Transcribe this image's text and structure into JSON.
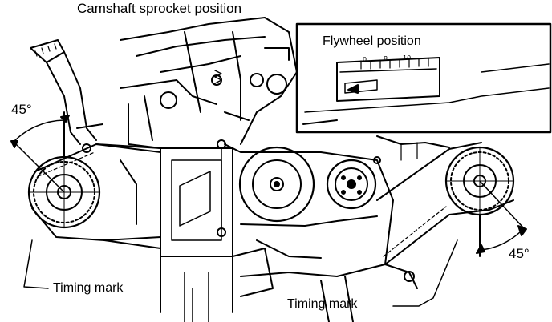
{
  "figure": {
    "title": "Camshaft sprocket position",
    "inset_title": "Flywheel position",
    "inset_scale_labels": [
      "0",
      "8",
      "10"
    ],
    "timing_mark_left": "Timing mark",
    "timing_mark_right": "Timing mark",
    "angle_left": "45°",
    "angle_right": "45°"
  },
  "colors": {
    "ink": "#000000",
    "paper": "#ffffff"
  }
}
